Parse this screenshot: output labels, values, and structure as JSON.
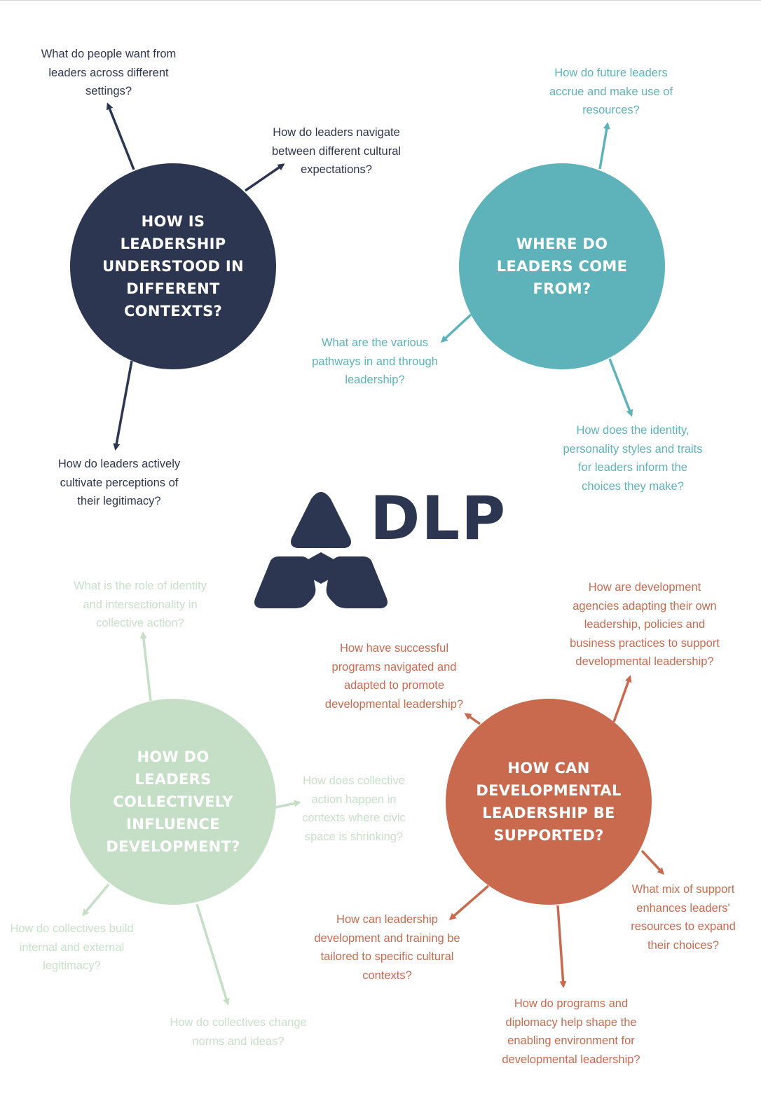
{
  "colors": {
    "navy": "#2d3650",
    "teal": "#5db3b9",
    "green": "#c5dfc6",
    "orange": "#c96a4f"
  },
  "brand": {
    "logo_text": "DLP",
    "logo_icon": "dlp-triangle-logo-icon"
  },
  "clusters": {
    "context": {
      "title": "HOW IS\nLEADERSHIP\nUNDERSTOOD IN\nDIFFERENT\nCONTEXTS?",
      "questions": [
        "What do people want from\nleaders across different\nsettings?",
        "How do leaders navigate\nbetween different cultural\nexpectations?",
        "How do leaders actively\ncultivate perceptions of\ntheir legitimacy?"
      ]
    },
    "origin": {
      "title": "WHERE DO\nLEADERS COME\nFROM?",
      "questions": [
        "How do future leaders\naccrue and make use of\nresources?",
        "What are the various\npathways in and through\nleadership?",
        "How does the identity,\npersonality styles and traits\nfor leaders inform the\nchoices they make?"
      ]
    },
    "collective": {
      "title": "HOW DO\nLEADERS\nCOLLECTIVELY\nINFLUENCE\nDEVELOPMENT?",
      "questions": [
        "What is the role of identity\nand intersectionality in\ncollective action?",
        "How does collective\naction happen in\ncontexts where civic\nspace is shrinking?",
        "How do collectives build\ninternal and external\nlegitimacy?",
        "How do collectives change\nnorms and ideas?"
      ]
    },
    "support": {
      "title": "HOW CAN\nDEVELOPMENTAL\nLEADERSHIP BE\nSUPPORTED?",
      "questions": [
        "How are development\nagencies adapting their own\nleadership, policies and\nbusiness practices to support\ndevelopmental leadership?",
        "How have successful\nprograms navigated and\nadapted to promote\ndevelopmental leadership?",
        "What mix of support\nenhances leaders'\nresources to expand\ntheir choices?",
        "How can leadership\ndevelopment and training be\ntailored to specific cultural\ncontexts?",
        "How do programs and\ndiplomacy help shape the\nenabling environment for\ndevelopmental leadership?"
      ]
    }
  }
}
